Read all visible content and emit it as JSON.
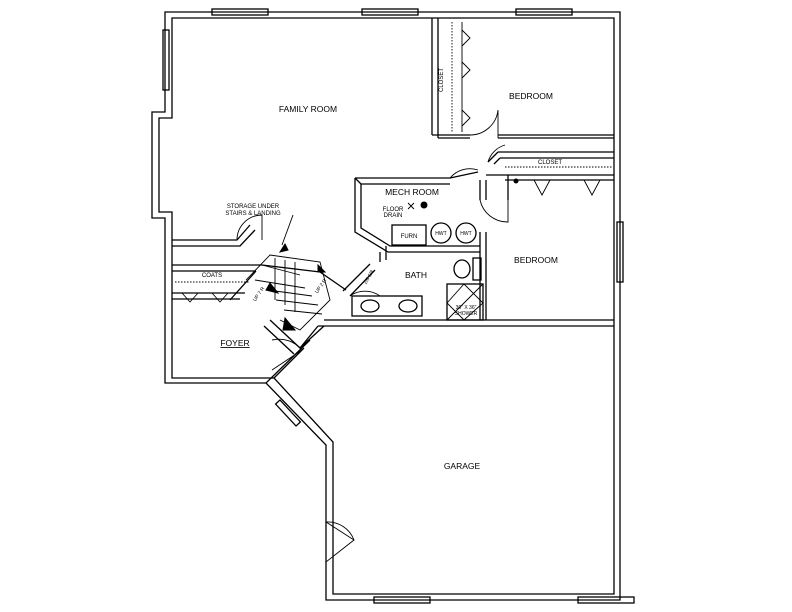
{
  "rooms": {
    "family_room": "FAMILY ROOM",
    "bedroom_1": "BEDROOM",
    "bedroom_2": "BEDROOM",
    "closet_1": "CLOSET",
    "closet_2": "CLOSET",
    "mech_room": "MECH ROOM",
    "bath": "BATH",
    "foyer": "FOYER",
    "garage": "GARAGE",
    "coats": "COATS"
  },
  "labels": {
    "storage_line1": "STORAGE UNDER",
    "storage_line2": "STAIRS & LANDING",
    "floor_drain_1": "FLOOR",
    "floor_drain_2": "DRAIN",
    "furnace": "FURN",
    "hwt_1": "HWT",
    "hwt_2": "HWT",
    "shower_1": "36\" X 36\"",
    "shower_2": "SHOWER",
    "door_size": "2/6 6/8",
    "stair_up_1": "UP 7 R",
    "stair_up_2": "UP 2 R"
  }
}
